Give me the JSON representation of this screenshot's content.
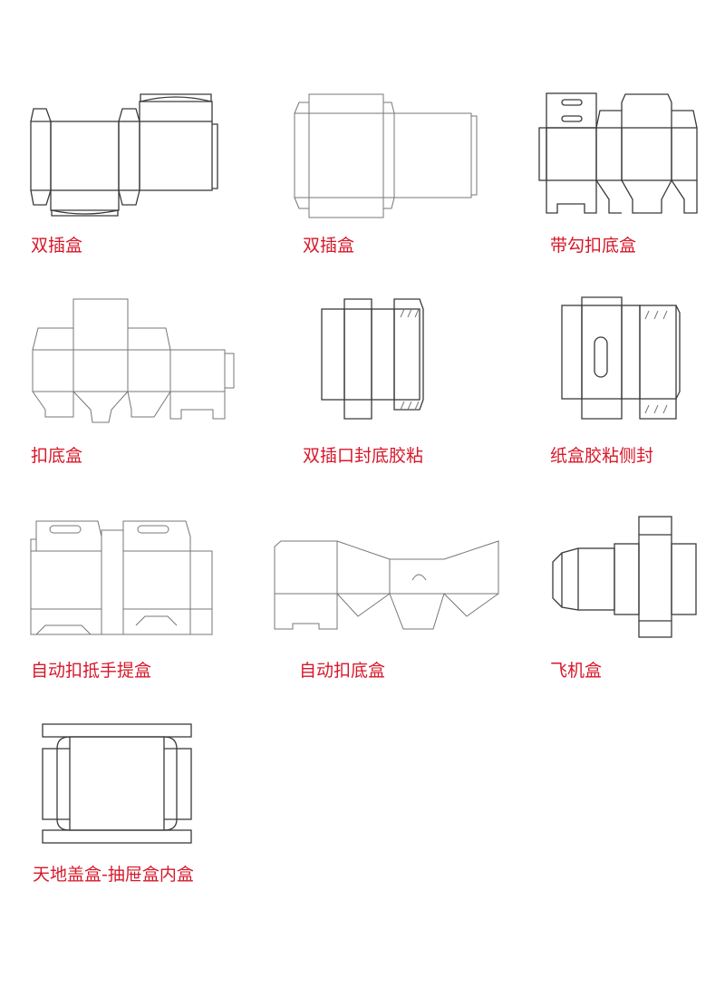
{
  "accent_color": "#d7182a",
  "items": [
    {
      "label": "双插盒"
    },
    {
      "label": "双插盒"
    },
    {
      "label": "带勾扣底盒"
    },
    {
      "label": "扣底盒"
    },
    {
      "label": "双插口封底胶粘"
    },
    {
      "label": "纸盒胶粘侧封"
    },
    {
      "label": "自动扣抵手提盒"
    },
    {
      "label": "自动扣底盒"
    },
    {
      "label": "飞机盒"
    },
    {
      "label": "天地盖盒-抽屉盒内盒"
    }
  ]
}
